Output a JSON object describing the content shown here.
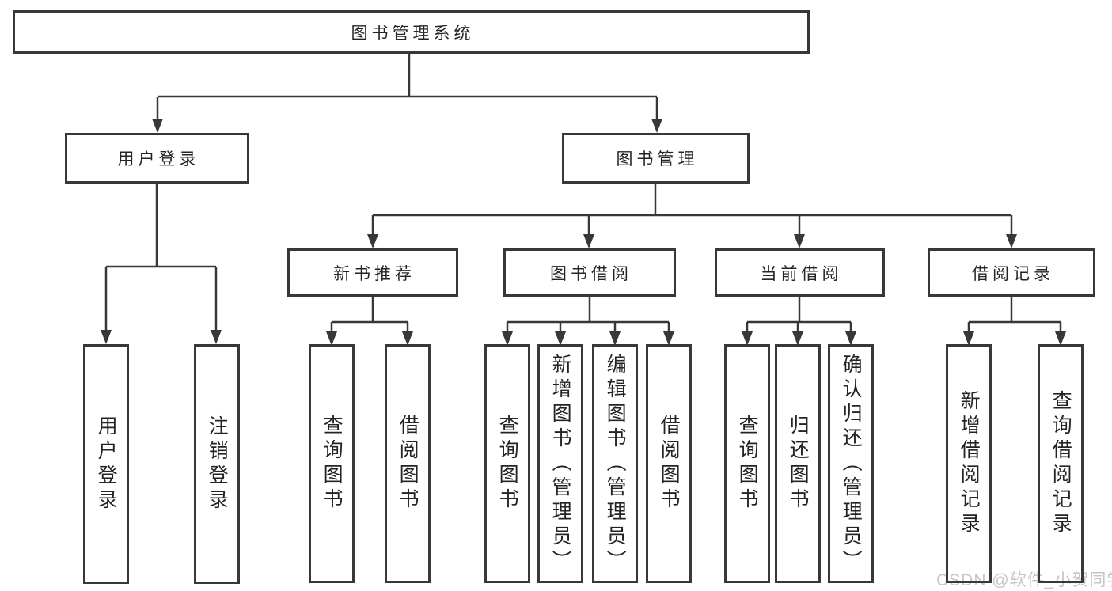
{
  "colors": {
    "line": "#383838",
    "border": "#383838",
    "text": "#242424",
    "watermark": "#c5c5c5",
    "background": "#ffffff"
  },
  "diagram": {
    "root": {
      "label": "图书管理系统"
    },
    "level2": [
      {
        "label": "用户登录"
      },
      {
        "label": "图书管理"
      }
    ],
    "level3": [
      {
        "label": "新书推荐"
      },
      {
        "label": "图书借阅"
      },
      {
        "label": "当前借阅"
      },
      {
        "label": "借阅记录"
      }
    ],
    "leaves": {
      "user_login": [
        "用户登录",
        "注销登录"
      ],
      "new_book": [
        "查询图书",
        "借阅图书"
      ],
      "book_borrow": [
        "查询图书",
        "新增图书（管理员）",
        "编辑图书（管理员）",
        "借阅图书"
      ],
      "current_borrow": [
        "查询图书",
        "归还图书",
        "确认归还（管理员）"
      ],
      "records": [
        "新增借阅记录",
        "查询借阅记录"
      ]
    }
  },
  "watermark": {
    "text": "CSDN @软件_小贺同学"
  }
}
